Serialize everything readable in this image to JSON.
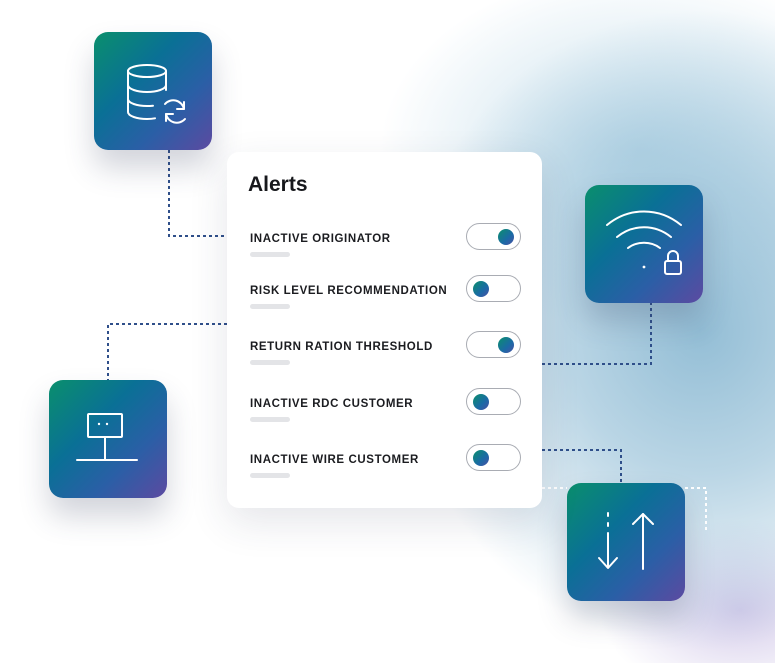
{
  "alerts": {
    "title": "Alerts",
    "items": [
      {
        "label": "INACTIVE ORIGINATOR",
        "enabled": true
      },
      {
        "label": "RISK LEVEL RECOMMENDATION",
        "enabled": false
      },
      {
        "label": "RETURN RATION THRESHOLD",
        "enabled": true
      },
      {
        "label": "INACTIVE RDC CUSTOMER",
        "enabled": false
      },
      {
        "label": "INACTIVE WIRE CUSTOMER",
        "enabled": false
      }
    ]
  },
  "tiles": [
    {
      "icon": "database-sync-icon"
    },
    {
      "icon": "wifi-lock-icon"
    },
    {
      "icon": "monitor-icon"
    },
    {
      "icon": "transfer-arrows-icon"
    }
  ],
  "colors": {
    "gradient_start": "#0a8f6c",
    "gradient_mid": "#0a7096",
    "gradient_end": "#5c4aa1",
    "toggle_border": "#a9acb3",
    "connector_dark": "#2f4f8a",
    "connector_light": "#ffffff"
  }
}
